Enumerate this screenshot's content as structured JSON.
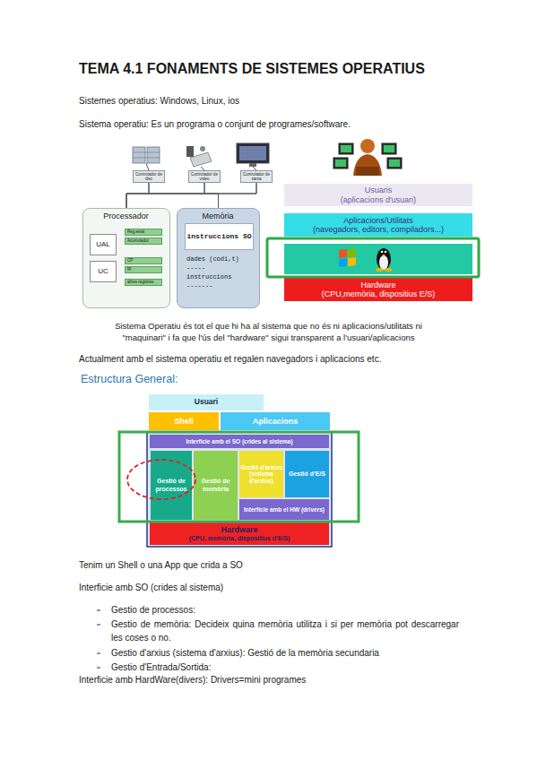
{
  "diagram": {
    "title": "TEMA 4.1 FONAMENTS DE SISTEMES OPERATIUS",
    "caption": "Sistema Operatiu és tot el que hi ha al sistema que no és ni aplicacions/utilitats ni \"maquinari\" i fa que l'ús del \"hardware\" sigui transparent a l'usuari/aplicacions",
    "nodes": [
      {
        "text": [
          "Controlador de disc"
        ]
      },
      {
        "text": [
          "Controlador de vídeo"
        ]
      },
      {
        "text": [
          "Controlador de xarxa"
        ]
      },
      {
        "text": [
          "Processador"
        ]
      },
      {
        "text": [
          "UAL"
        ],
        "in": 3
      },
      {
        "text": [
          "UC"
        ],
        "in": 3
      },
      {
        "text": [
          "Reg.estat"
        ],
        "in": 3
      },
      {
        "text": [
          "Acumulador"
        ],
        "in": 3
      },
      {
        "text": [
          "CP"
        ],
        "in": 3
      },
      {
        "text": [
          "RI"
        ],
        "in": 3
      },
      {
        "text": [
          "altres registres"
        ],
        "in": 3
      },
      {
        "text": [
          "Memòria",
          "dades (codi,t)",
          "-----",
          "instruccions",
          "-------"
        ]
      },
      {
        "text": [
          "instruccions SO"
        ],
        "in": 11
      },
      {
        "text": [
          "Usuaris",
          "(aplicacions d'usuari)"
        ]
      },
      {
        "text": [
          "Aplicacions/Utilitats",
          "(navegadors, editors, compiladors...)"
        ]
      },
      {
        "text": [
          "Hardware",
          "(CPU,memòria, dispositius E/S)"
        ]
      },
      {
        "text": [
          "Usuari"
        ]
      },
      {
        "text": [
          "Shell"
        ]
      },
      {
        "text": [
          "Aplicacions"
        ]
      },
      {
        "text": [
          "Interfície amb el SO (crides al sistema)"
        ]
      },
      {
        "text": [
          "Gestió de processos"
        ]
      },
      {
        "text": [
          "Gestió de memòria"
        ]
      },
      {
        "text": [
          "Gestió d'arxius (sistema d'arxius)"
        ]
      },
      {
        "text": [
          "Gestió d'E/S"
        ]
      },
      {
        "text": [
          "Interfície amb el HW (drivers)"
        ]
      },
      {
        "text": [
          "Hardware",
          "(CPU, memòria, dispositius d'E/S)"
        ]
      }
    ],
    "edges": [
      {
        "from": 0,
        "to": 3,
        "arrow": "none"
      },
      {
        "from": 0,
        "to": 11,
        "arrow": "none"
      },
      {
        "from": 1,
        "to": 3,
        "arrow": "none"
      },
      {
        "from": 1,
        "to": 11,
        "arrow": "none"
      },
      {
        "from": 2,
        "to": 3,
        "arrow": "none"
      },
      {
        "from": 2,
        "to": 11,
        "arrow": "none"
      }
    ],
    "labels": [
      "Sistemes operatius: Windows, Linux, ios",
      "Sistema operatiu: Es un programa o conjunt de programes/software.",
      "Actualment amb el sistema operatiu et regalen navegadors i aplicacions etc.",
      "Estructura General:",
      "Tenim un Shell o una App que crida a SO",
      "Interficie amb SO (crides al sistema)",
      "Gestio de processos:",
      "Gestio de memòria: Decideix quina memòria utilitza i si per memòria pot descarregar les coses o no.",
      "Gestio d'arxius (sistema d'arxius): Gestió de la memòria secundaria",
      "Gestio d'Entrada/Sortida:",
      "Interficie amb HardWare(divers): Drivers=mini programes"
    ]
  }
}
